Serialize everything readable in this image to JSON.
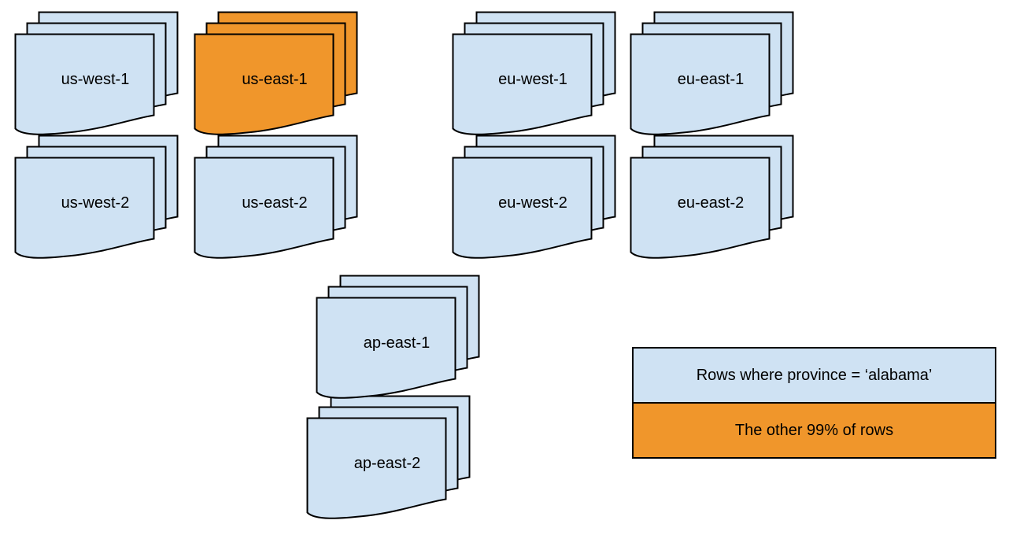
{
  "colors": {
    "region_fill": "#cfe2f3",
    "highlight_fill": "#f0962b",
    "outline": "#000000",
    "background": "#ffffff"
  },
  "stacks": [
    {
      "label": "us-west-1",
      "highlighted": false
    },
    {
      "label": "us-east-1",
      "highlighted": true
    },
    {
      "label": "eu-west-1",
      "highlighted": false
    },
    {
      "label": "eu-east-1",
      "highlighted": false
    },
    {
      "label": "us-west-2",
      "highlighted": false
    },
    {
      "label": "us-east-2",
      "highlighted": false
    },
    {
      "label": "eu-west-2",
      "highlighted": false
    },
    {
      "label": "eu-east-2",
      "highlighted": false
    },
    {
      "label": "ap-east-1",
      "highlighted": false
    },
    {
      "label": "ap-east-2",
      "highlighted": false
    }
  ],
  "legend": {
    "items": [
      {
        "label": "Rows where province = ‘alabama’",
        "color": "#cfe2f3"
      },
      {
        "label": "The other 99% of rows",
        "color": "#f0962b"
      }
    ]
  }
}
